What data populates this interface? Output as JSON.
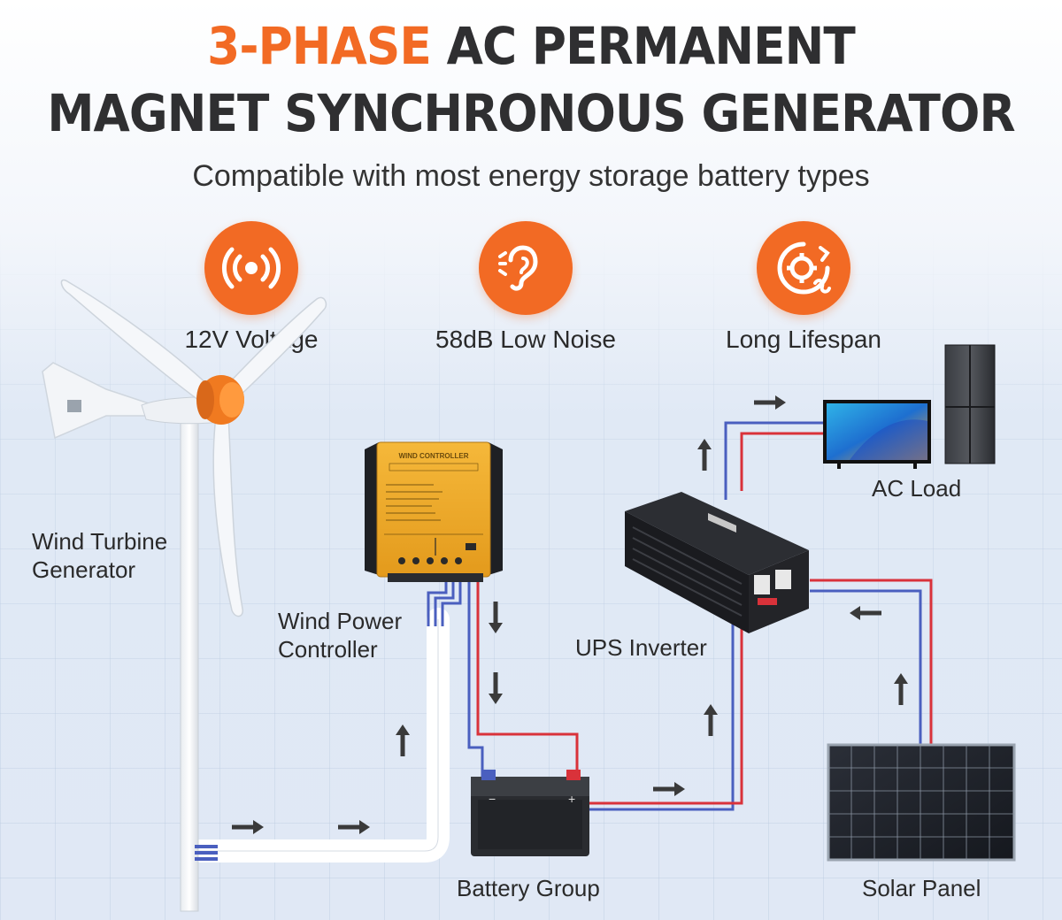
{
  "header": {
    "title_accent": "3-PHASE",
    "title_rest_line1": " AC PERMANENT",
    "title_line2": "MAGNET SYNCHRONOUS GENERATOR",
    "subtitle": "Compatible with most energy storage battery types"
  },
  "features": [
    {
      "label": "12V Voltage",
      "icon": "vibration-icon"
    },
    {
      "label": "58dB Low Noise",
      "icon": "ear-sound-icon"
    },
    {
      "label": "Long Lifespan",
      "icon": "lifespan-gear-icon"
    }
  ],
  "components": {
    "turbine_line1": "Wind Turbine",
    "turbine_line2": "Generator",
    "controller_line1": "Wind Power",
    "controller_line2": "Controller",
    "controller_face_title": "WIND CONTROLLER",
    "inverter": "UPS Inverter",
    "battery": "Battery Group",
    "solar": "Solar Panel",
    "ac_load": "AC Load"
  },
  "colors": {
    "accent": "#f26a24",
    "wire_positive": "#d9323a",
    "wire_negative": "#4a5fbf",
    "arrow": "#3a3a3a"
  }
}
